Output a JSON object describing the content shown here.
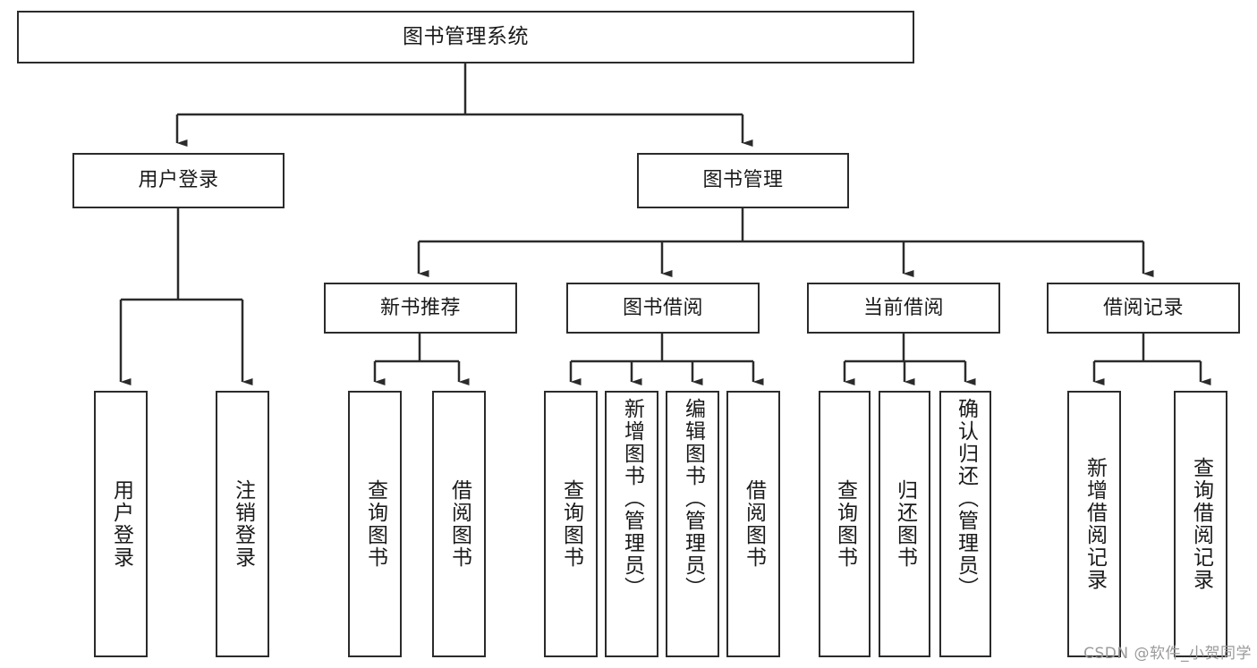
{
  "diagram": {
    "title": "图书管理系统",
    "type": "功能结构图",
    "line_color": "#2b2b2b",
    "box_fill": "#ffffff",
    "text_color": "#1a1a1a"
  },
  "root": {
    "label": "图书管理系统"
  },
  "level2": [
    {
      "label": "用户登录"
    },
    {
      "label": "图书管理"
    }
  ],
  "level3": [
    {
      "label": "新书推荐"
    },
    {
      "label": "图书借阅"
    },
    {
      "label": "当前借阅"
    },
    {
      "label": "借阅记录"
    }
  ],
  "leaves": {
    "user_login": [
      {
        "label": "用户登录"
      },
      {
        "label": "注销登录"
      }
    ],
    "new_book_recommend": [
      {
        "label": "查询图书"
      },
      {
        "label": "借阅图书"
      }
    ],
    "book_borrow": [
      {
        "label": "查询图书"
      },
      {
        "label": "新增图书（管理员）"
      },
      {
        "label": "编辑图书（管理员）"
      },
      {
        "label": "借阅图书"
      }
    ],
    "current_borrow": [
      {
        "label": "查询图书"
      },
      {
        "label": "归还图书"
      },
      {
        "label": "确认归还（管理员）"
      }
    ],
    "borrow_record": [
      {
        "label": "新增借阅记录"
      },
      {
        "label": "查询借阅记录"
      }
    ]
  },
  "watermark": {
    "text": "CSDN @软件_小贺同学"
  }
}
